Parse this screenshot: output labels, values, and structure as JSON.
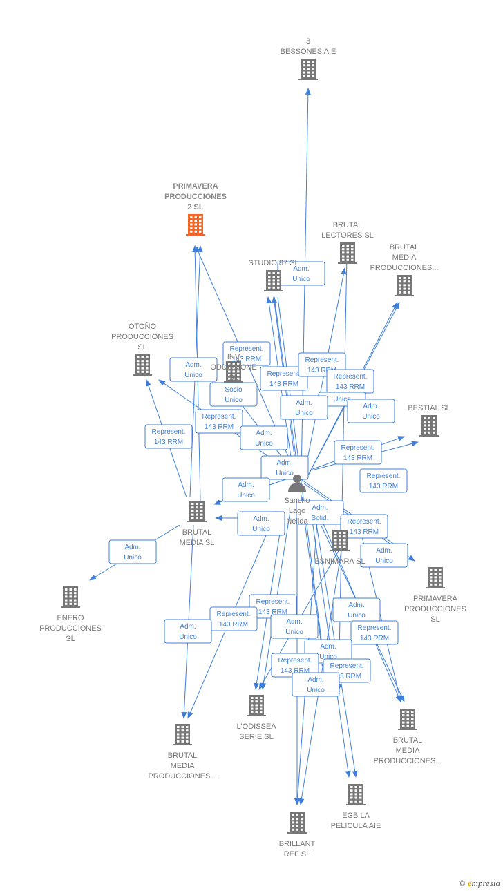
{
  "colors": {
    "edge": "#3f7fd9",
    "building": "#777777",
    "highlight": "#f26522"
  },
  "nodes": [
    {
      "id": "bessones",
      "type": "company",
      "icon": "building-icon",
      "lines": [
        "3",
        "BESSONES AIE"
      ]
    },
    {
      "id": "primavera2",
      "type": "company",
      "icon": "building-icon",
      "highlight": true,
      "lines": [
        "PRIMAVERA",
        "PRODUCCIONES",
        "2 SL"
      ]
    },
    {
      "id": "lectores",
      "type": "company",
      "icon": "building-icon",
      "lines": [
        "BRUTAL",
        "LECTORES SL"
      ]
    },
    {
      "id": "bmp_top",
      "type": "company",
      "icon": "building-icon",
      "lines": [
        "BRUTAL",
        "MEDIA",
        "PRODUCCIONES..."
      ]
    },
    {
      "id": "studio87",
      "type": "company",
      "icon": "building-icon",
      "lines": [
        "STUDIO 87 SL"
      ]
    },
    {
      "id": "otono",
      "type": "company",
      "icon": "building-icon",
      "lines": [
        "OTOÑO",
        "PRODUCCIONES",
        "SL"
      ]
    },
    {
      "id": "inv",
      "type": "company",
      "icon": "building-icon",
      "lines": [
        "INV",
        "ODUCCIONE",
        "SL"
      ]
    },
    {
      "id": "bestial",
      "type": "company",
      "icon": "building-icon",
      "lines": [
        "BESTIAL SL"
      ]
    },
    {
      "id": "person",
      "type": "person",
      "icon": "person-icon",
      "lines": [
        "Sancho",
        "Lago",
        "Nelida"
      ]
    },
    {
      "id": "bmsl",
      "type": "company",
      "icon": "building-icon",
      "lines": [
        "BRUTAL",
        "MEDIA SL"
      ]
    },
    {
      "id": "esnimara",
      "type": "company",
      "icon": "building-icon",
      "lines": [
        "ESNIMARA SL"
      ]
    },
    {
      "id": "primavera",
      "type": "company",
      "icon": "building-icon",
      "lines": [
        "PRIMAVERA",
        "PRODUCCIONES",
        "SL"
      ]
    },
    {
      "id": "enero",
      "type": "company",
      "icon": "building-icon",
      "lines": [
        "ENERO",
        "PRODUCCIONES",
        "SL"
      ]
    },
    {
      "id": "bmp_left",
      "type": "company",
      "icon": "building-icon",
      "lines": [
        "BRUTAL",
        "MEDIA",
        "PRODUCCIONES..."
      ]
    },
    {
      "id": "odissea",
      "type": "company",
      "icon": "building-icon",
      "lines": [
        "L'ODISSEA",
        "SERIE SL"
      ]
    },
    {
      "id": "bmp_right",
      "type": "company",
      "icon": "building-icon",
      "lines": [
        "BRUTAL",
        "MEDIA",
        "PRODUCCIONES..."
      ]
    },
    {
      "id": "egb",
      "type": "company",
      "icon": "building-icon",
      "lines": [
        "EGB LA",
        "PELICULA AIE"
      ]
    },
    {
      "id": "brillant",
      "type": "company",
      "icon": "building-icon",
      "lines": [
        "BRILLANT",
        "REF SL"
      ]
    }
  ],
  "edge_labels": [
    [
      "Adm.",
      "Unico"
    ],
    [
      "Represent.",
      "143 RRM"
    ],
    [
      "Represent.",
      "143 RRM"
    ],
    [
      "Adm.",
      "Unico"
    ],
    [
      "Represent.",
      "143 RRM"
    ],
    [
      "Represent.",
      "143 RRM"
    ],
    [
      "Socio",
      "Único"
    ],
    [
      "Unico"
    ],
    [
      "Adm.",
      "Unico"
    ],
    [
      "Adm.",
      "Unico"
    ],
    [
      "Represent.",
      "143 RRM"
    ],
    [
      "Adm.",
      "Unico"
    ],
    [
      "Represent.",
      "143 RRM"
    ],
    [
      "Represent.",
      "143 RRM"
    ],
    [
      "Adm.",
      "Unico"
    ],
    [
      "Adm.",
      "Unico"
    ],
    [
      "Represent.",
      "143 RRM"
    ],
    [
      "Adm.",
      "Solid."
    ],
    [
      "Adm.",
      "Unico"
    ],
    [
      "Represent.",
      "143 RRM"
    ],
    [
      "Adm.",
      "Unico"
    ],
    [
      "Adm.",
      "Unico"
    ],
    [
      "Represent.",
      "143 RRM"
    ],
    [
      "Represent.",
      "143 RRM"
    ],
    [
      "Adm.",
      "Unico"
    ],
    [
      "Adm.",
      "Unico"
    ],
    [
      "Represent.",
      "143 RRM"
    ],
    [
      "Adm.",
      "Unico"
    ],
    [
      "Adm.",
      "Unico"
    ],
    [
      "Represent.",
      "143 RRM"
    ],
    [
      "Represent.",
      "143 RRM"
    ],
    [
      "Adm.",
      "Unico"
    ],
    [
      "Adm.",
      "Unico"
    ],
    [
      "Adm.",
      "Unico"
    ],
    [
      "Adm.",
      "Unico"
    ]
  ],
  "footer": {
    "copyright": "©",
    "brand_initial": "e",
    "brand_rest": "mpresia"
  }
}
